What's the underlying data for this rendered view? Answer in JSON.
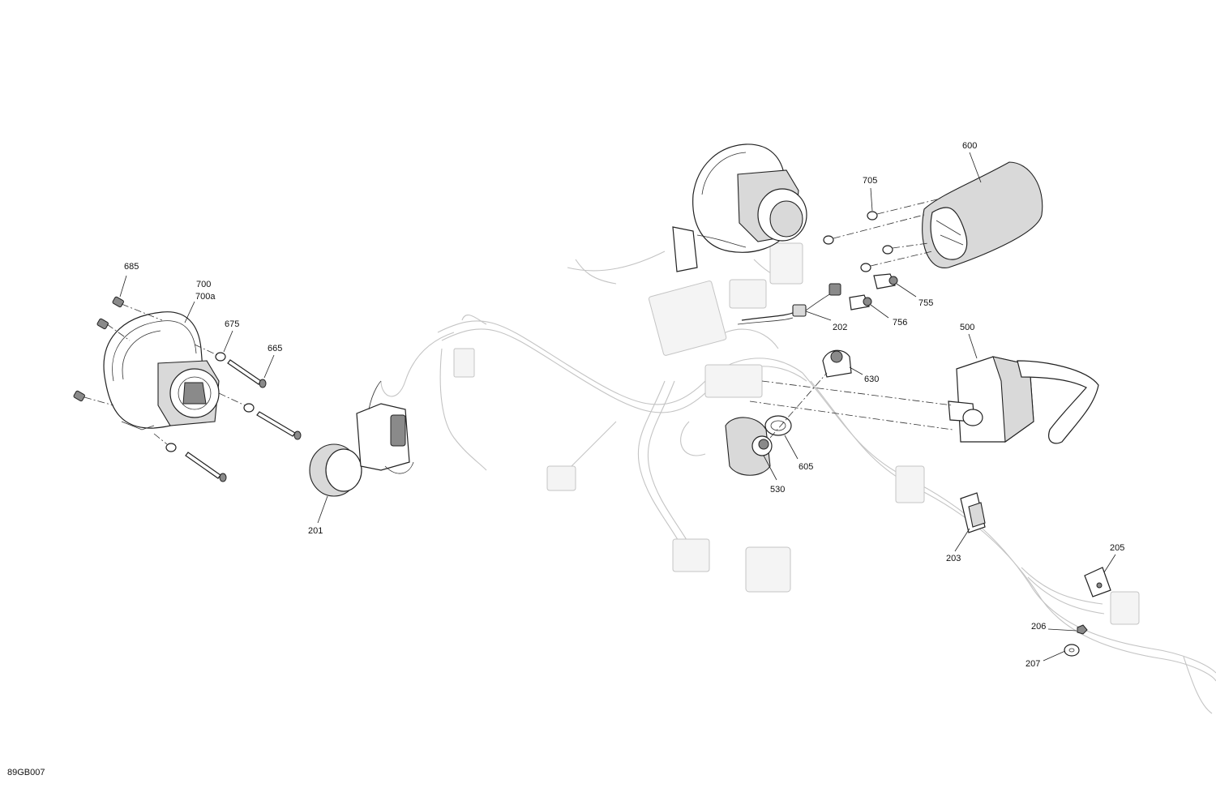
{
  "drawing_code": "89GB007",
  "callouts": [
    {
      "id": "c685",
      "text": "685"
    },
    {
      "id": "c700",
      "text": "700"
    },
    {
      "id": "c700a",
      "text": "700a"
    },
    {
      "id": "c675",
      "text": "675"
    },
    {
      "id": "c665",
      "text": "665"
    },
    {
      "id": "c201",
      "text": "201"
    },
    {
      "id": "c600",
      "text": "600"
    },
    {
      "id": "c705",
      "text": "705"
    },
    {
      "id": "c755",
      "text": "755"
    },
    {
      "id": "c756",
      "text": "756"
    },
    {
      "id": "c202",
      "text": "202"
    },
    {
      "id": "c500",
      "text": "500"
    },
    {
      "id": "c630",
      "text": "630"
    },
    {
      "id": "c605",
      "text": "605"
    },
    {
      "id": "c530",
      "text": "530"
    },
    {
      "id": "c203",
      "text": "203"
    },
    {
      "id": "c205",
      "text": "205"
    },
    {
      "id": "c206",
      "text": "206"
    },
    {
      "id": "c207",
      "text": "207"
    }
  ],
  "colors": {
    "line": "#222222",
    "ghost": "#c4c4c4",
    "background": "#ffffff"
  }
}
